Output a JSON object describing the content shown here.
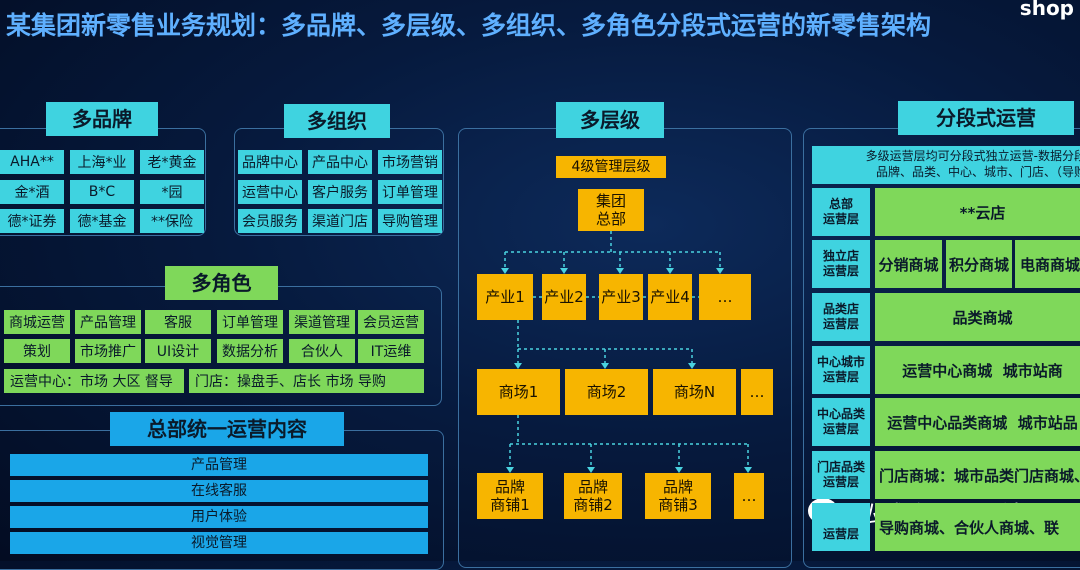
{
  "title": "某集团新零售业务规划：多品牌、多层级、多组织、多角色分段式运营的新零售架构",
  "logo": "shop",
  "brands": {
    "label": "多品牌",
    "items": [
      "AHA**",
      "上海*业",
      "老*黄金",
      "金*酒",
      "B*C",
      "*园",
      "德*证券",
      "德*基金",
      "**保险"
    ]
  },
  "orgs": {
    "label": "多组织",
    "items": [
      "品牌中心",
      "产品中心",
      "市场营销",
      "运营中心",
      "客户服务",
      "订单管理",
      "会员服务",
      "渠道门店",
      "导购管理"
    ]
  },
  "roles": {
    "label": "多角色",
    "row1": [
      "商城运营",
      "产品管理",
      "客服",
      "订单管理",
      "渠道管理",
      "会员运营"
    ],
    "row2": [
      "策划",
      "市场推广",
      "UI设计",
      "数据分析",
      "合伙人",
      "IT运维"
    ],
    "row3": [
      "运营中心：市场 大区 督导",
      "门店：操盘手、店长 市场 导购"
    ]
  },
  "hq": {
    "label": "总部统一运营内容",
    "items": [
      "产品管理",
      "在线客服",
      "用户体验",
      "视觉管理"
    ]
  },
  "levels": {
    "label": "多层级",
    "tag": "4级管理层级",
    "group": "集团\n总部",
    "industries": [
      "产业1",
      "产业2",
      "产业3",
      "产业4",
      "…"
    ],
    "malls": [
      "商场1",
      "商场2",
      "商场N",
      "…"
    ],
    "shops": [
      "品牌\n商铺1",
      "品牌\n商铺2",
      "品牌\n商铺3",
      "…"
    ]
  },
  "segment": {
    "label": "分段式运营",
    "desc": "多级运营层均可分段式独立运营-数据分段\n品牌、品类、中心、城市、门店、（导购",
    "rows": [
      {
        "layer": "总部\n运营层",
        "content": [
          "**云店"
        ]
      },
      {
        "layer": "独立店\n运营层",
        "content": [
          "分销商城",
          "积分商城",
          "电商商城"
        ]
      },
      {
        "layer": "品类店\n运营层",
        "content": [
          "品类商城"
        ]
      },
      {
        "layer": "中心城市\n运营层",
        "content": [
          "运营中心商城  城市站商"
        ]
      },
      {
        "layer": "中心品类\n运营层",
        "content": [
          "运营中心品类商城  城市站品"
        ]
      },
      {
        "layer": "门店品类\n运营层",
        "content": [
          "门店商城：城市品类门店商城、"
        ]
      },
      {
        "layer": "\n运营层",
        "content": [
          "导购商城、合伙人商城、联"
        ]
      }
    ]
  },
  "watermark": "私域流量研习社"
}
